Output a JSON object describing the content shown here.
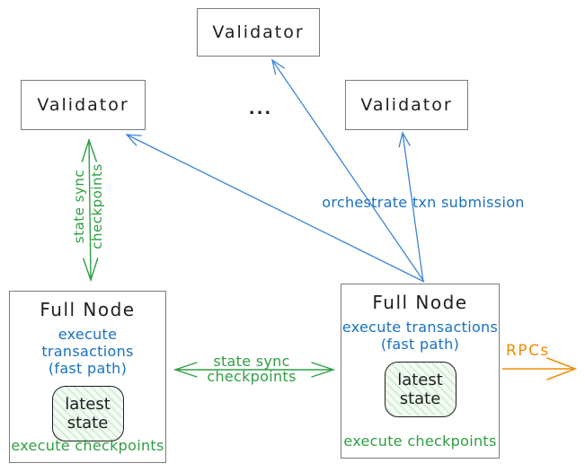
{
  "validators": {
    "top": "Validator",
    "left": "Validator",
    "right": "Validator",
    "ellipsis": "..."
  },
  "full_node_left": {
    "title": "Full Node",
    "exec_line1": "execute transactions",
    "exec_line2": "(fast path)",
    "state_line1": "latest",
    "state_line2": "state",
    "footer": "execute checkpoints"
  },
  "full_node_right": {
    "title": "Full Node",
    "exec_line1": "execute transactions",
    "exec_line2": "(fast path)",
    "state_line1": "latest",
    "state_line2": "state",
    "footer": "execute checkpoints"
  },
  "labels": {
    "vertical_sync_line1": "state sync",
    "vertical_sync_line2": "checkpoints",
    "horizontal_sync_line1": "state sync",
    "horizontal_sync_line2": "checkpoints",
    "orchestrate": "orchestrate txn submission",
    "rpcs": "RPCs"
  },
  "colors": {
    "ink": "#1e1e1e",
    "box_border": "#7b7b7b",
    "green": "#2f9e44",
    "blue_text": "#1971c2",
    "blue_arrow": "#3d85d8",
    "orange": "#f08c00",
    "state_fill": "#f3fbf4",
    "state_hatch": "#cdeccf"
  }
}
